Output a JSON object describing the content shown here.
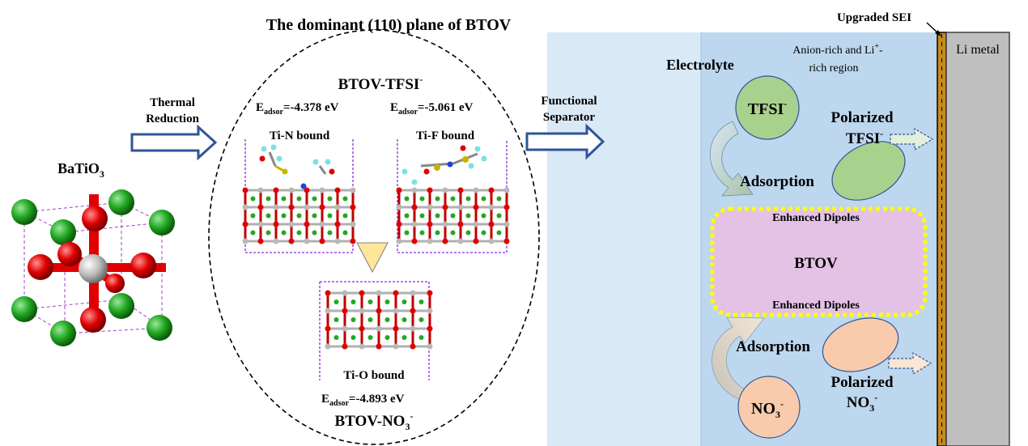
{
  "title": "The dominant (110) plane of BTOV",
  "left": {
    "material": "BaTiO",
    "material_sub": "3",
    "arrow1_line1": "Thermal",
    "arrow1_line2": "Reduction"
  },
  "center": {
    "tfsi_title": "BTOV-TFSI",
    "tfsi_sup": "-",
    "e1_prefix": "E",
    "e1_sub": "adsor",
    "e1_value": "=-4.378 eV",
    "e2_prefix": "E",
    "e2_sub": "adsor",
    "e2_value": "=-5.061 eV",
    "tin_label": "Ti-N bound",
    "tif_label": "Ti-F bound",
    "tio_label": "Ti-O bound",
    "e3_prefix": "E",
    "e3_sub": "adsor",
    "e3_value": "=-4.893 eV",
    "no3_title_main": "BTOV-NO",
    "no3_title_sub": "3",
    "no3_title_sup": "-"
  },
  "arrow2_line1": "Functional",
  "arrow2_line2": "Separator",
  "right": {
    "electrolyte": "Electrolyte",
    "region_line1_a": "Anion-rich and Li",
    "region_line1_sup": "+",
    "region_line1_b": "-",
    "region_line2": "rich region",
    "tfsi_ion": "TFSI",
    "tfsi_ion_sup": "-",
    "polarized_tfsi_1": "Polarized",
    "polarized_tfsi_2": "TFSI",
    "polarized_tfsi_sup": "-",
    "adsorption_top": "Adsorption",
    "enhanced_top": "Enhanced Dipoles",
    "btov": "BTOV",
    "enhanced_bottom": "Enhanced Dipoles",
    "adsorption_bottom": "Adsorption",
    "no3_ion": "NO",
    "no3_ion_sub": "3",
    "no3_ion_sup": "-",
    "polarized_no3_1": "Polarized",
    "polarized_no3_2": "NO",
    "polarized_no3_sub": "3",
    "polarized_no3_sup": "-",
    "sei": "Upgraded SEI",
    "li_metal": "Li metal"
  },
  "colors": {
    "arrow_blue": "#2f5597",
    "panel_light": "#dae9f6",
    "panel_blue": "#bdd7ee",
    "tfsi_green": "#a9d18e",
    "no3_peach": "#f8cbad",
    "btov_pink": "#e4c2e5",
    "dipole_yellow": "#ffff00",
    "sei_orange": "#c58a1d",
    "li_gray": "#bfbfbf",
    "ba_green": "#2ca02c",
    "o_red": "#e00000",
    "ti_gray": "#b0b0b0"
  }
}
